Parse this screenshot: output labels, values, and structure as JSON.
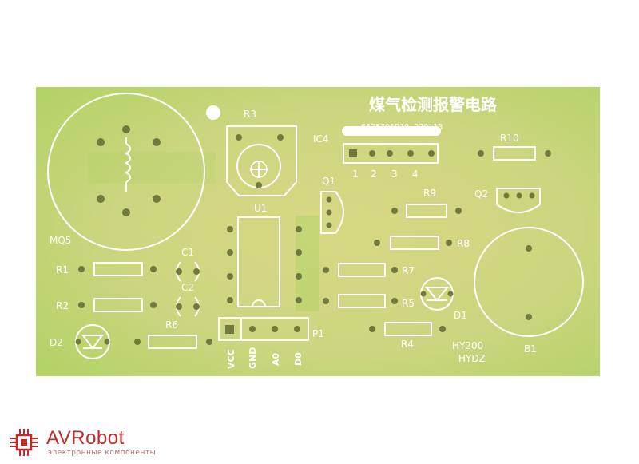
{
  "board": {
    "title_cn": "煤气检测报警电路",
    "code": "667579AP10-220113",
    "model": "HY200",
    "brand": "HYDZ"
  },
  "labels": {
    "mq5": "MQ5",
    "r3": "R3",
    "ic4": "IC4",
    "r10": "R10",
    "q1": "Q1",
    "q2": "Q2",
    "r9": "R9",
    "u1": "U1",
    "r8": "R8",
    "c1": "C1",
    "r1": "R1",
    "c2": "C2",
    "r7": "R7",
    "r2": "R2",
    "r5": "R5",
    "d1": "D1",
    "r6": "R6",
    "p1": "P1",
    "d2": "D2",
    "r4": "R4",
    "b1": "B1",
    "pin1": "1",
    "pin2": "2",
    "pin3": "3",
    "pin4": "4",
    "vcc": "VCC",
    "gnd": "GND",
    "a0": "A0",
    "d0": "D0"
  },
  "watermark": {
    "name": "AVRobot",
    "tagline": "электронные компоненты"
  },
  "colors": {
    "pcb": "#d9d98a",
    "pcb_green": "#b9d66a",
    "silk": "#ffffff",
    "pad": "#6f7a3c",
    "logo": "#c22a2a"
  }
}
